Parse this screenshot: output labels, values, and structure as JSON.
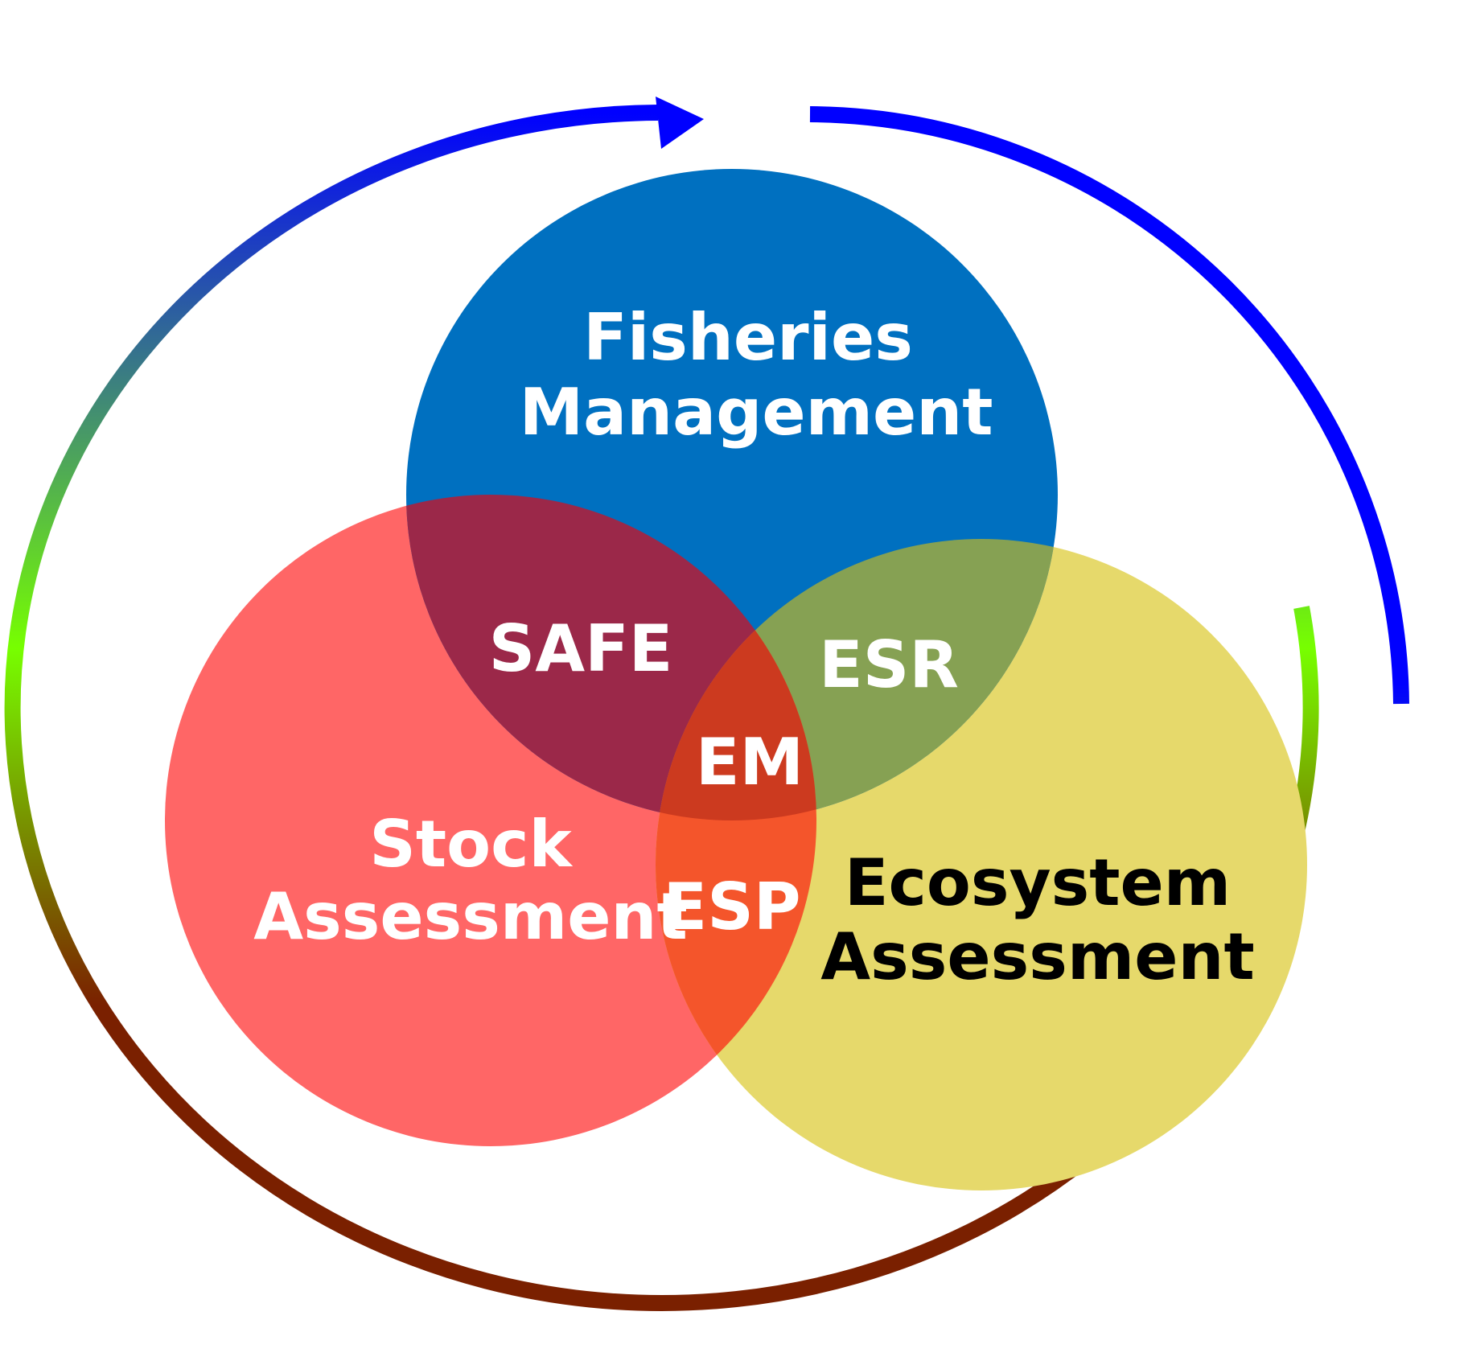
{
  "colors": {
    "fisheries": "#0070c0",
    "stock": "#ff6666",
    "ecosystem": "#e6d96b",
    "safe": "#9b2849",
    "esr": "#86a153",
    "esp": "#f4552b",
    "em": "#cc3a1f",
    "label_light": "#ffffff",
    "label_dark": "#000000",
    "cycle_blue": "#0000ff",
    "cycle_green": "#77ff00",
    "cycle_brown": "#7a2000"
  },
  "circles": {
    "fisheries": {
      "line1": "Fisheries",
      "line2": "Management"
    },
    "stock": {
      "line1": "Stock",
      "line2": "Assessment"
    },
    "ecosystem": {
      "line1": "Ecosystem",
      "line2": "Assessment"
    }
  },
  "overlaps": {
    "safe": "SAFE",
    "esr": "ESR",
    "esp": "ESP",
    "em": "EM"
  },
  "icons": {
    "cycle": "circular-arrow-icon"
  }
}
